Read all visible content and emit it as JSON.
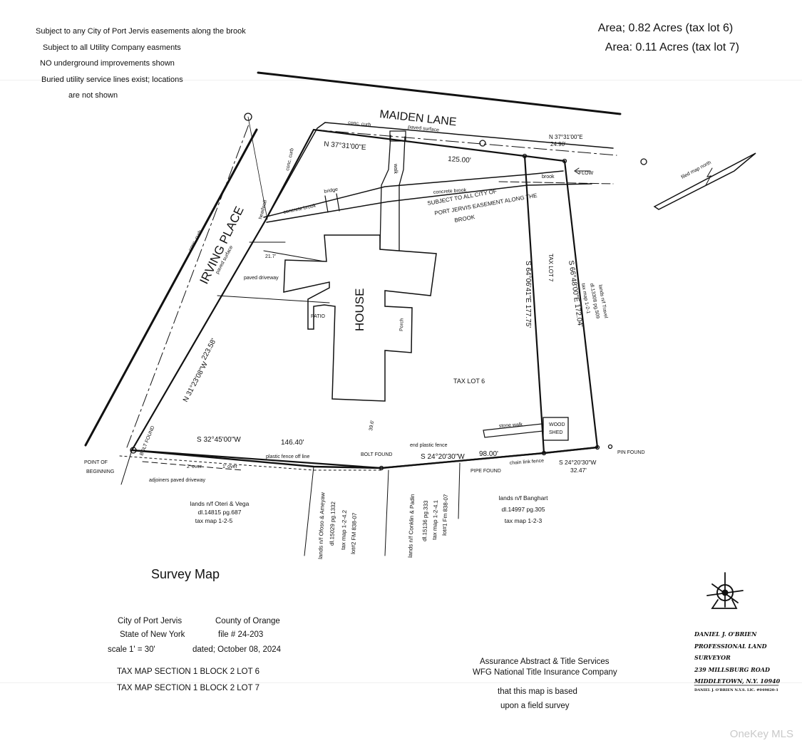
{
  "notes": [
    "Subject to any City of Port Jervis easements along the brook",
    "Subject to all Utility Company easments",
    "NO underground improvements shown",
    "Buried utility service lines exist; locations",
    "are not shown"
  ],
  "areas": [
    "Area; 0.82 Acres (tax lot 6)",
    "Area: 0.11 Acres (tax lot 7)"
  ],
  "streets": {
    "maiden_lane": "MAIDEN LANE",
    "irving_place": "IRVING PLACE"
  },
  "labels": {
    "conc_curb_1": "conc. curb",
    "paved_surface_1": "paved surface",
    "conc_curb_2": "conc. curb",
    "paved_surface_2": "paved surface",
    "conc_curb_3": "conc. curb",
    "bearing_n_1": "N 37°31'00\"E",
    "dist_125": "125.00'",
    "bearing_n_2": "N 37°31'00\"E",
    "dist_24": "24.90'",
    "walk": "walk",
    "brook": "brook",
    "flow": "FLOW",
    "bridge": "bridge",
    "concrete_brook_1": "concrete brook",
    "concrete_brook_2": "concrete brook",
    "headwall": "headwall",
    "easement_1": "SUBJECT TO ALL CITY OF",
    "easement_2": "PORT JERVIS EASEMENT ALONG THE",
    "easement_3": "BROOK",
    "dist_21": "21.7'",
    "paved_driveway": "paved driveway",
    "patio": "PATIO",
    "house": "HOUSE",
    "porch": "Porch",
    "tax_lot_6": "TAX LOT 6",
    "tax_lot_7": "TAX LOT 7",
    "bearing_s64": "S 64°06'41\"E  177.75'",
    "bearing_s66": "S 66°48'00\"E  172.04'",
    "travel_1": "lands n/f Travel",
    "travel_2": "dl.13308 pg.509",
    "travel_3": "tax map 1-2-1",
    "bearing_n31": "N 31°23'08\"W",
    "dist_223": "223.58'",
    "bolt_found_1": "BOLT FOUND",
    "bolt_found_2": "BOLT FOUND",
    "dist_39": "39.6'",
    "stone_walk": "stone walk",
    "wood_shed_1": "WOOD",
    "wood_shed_2": "SHED",
    "bearing_s32": "S 32°45'00\"W",
    "dist_146": "146.40'",
    "plastic_fence_end": "end plastic fence",
    "bearing_s24": "S 24°20'30\"W",
    "dist_98": "98.00'",
    "bearing_s24b": "S 24°20'30\"W",
    "dist_32": "32.47'",
    "pin_found": "PIN FOUND",
    "pipe_found": "PIPE FOUND",
    "chain_link": "chain link fence",
    "plastic_fence_off": "plastic fence off line",
    "pob_1": "POINT OF",
    "pob_2": "BEGINNING",
    "over_2": "2' over",
    "over_1": "1' over",
    "adj_driveway": "adjoiners paved driveway",
    "oteri_1": "lands n/f Oteri & Vega",
    "oteri_2": "dl.14815 pg.687",
    "oteri_3": "tax map 1-2-5",
    "ofoso_1": "lands n/f Ofoso & Ameyaw",
    "ofoso_2": "dl.15029 pg.1332",
    "ofoso_3": "tax map 1-2-4.2",
    "ofoso_4": "lot#2 FM 838-07",
    "conklin_1": "lands n/f Conklin & Padin",
    "conklin_2": "dl.15136 pg.333",
    "conklin_3": "tax map 1-2-4.1",
    "conklin_4": "lot#1 Fm 838-07",
    "banghart_1": "lands n/f Banghart",
    "banghart_2": "dl.14997 pg.305",
    "banghart_3": "tax map 1-2-3",
    "north": "filed map north"
  },
  "title": "Survey Map",
  "info": {
    "city": "City of Port Jervis",
    "county": "County of Orange",
    "state": "State of New York",
    "file": "file # 24-203",
    "scale": "scale 1' = 30'",
    "dated": "dated; October 08, 2024",
    "taxmap_1": "TAX MAP SECTION 1 BLOCK 2 LOT 6",
    "taxmap_2": "TAX MAP SECTION 1 BLOCK 2 LOT 7"
  },
  "certify": {
    "line1": "Assurance Abstract & Title Services",
    "line2": "WFG National Title Insurance Company",
    "line3": "that this map is based",
    "line4": "upon a field survey"
  },
  "surveyor": {
    "name": "DANIEL J. O'BRIEN",
    "title": "PROFESSIONAL LAND SURVEYOR",
    "address": "239 MILLSBURG ROAD",
    "city": "MIDDLETOWN, N.Y. 10940",
    "license": "DANIEL J. O'BRIEN N.Y.S. LIC. #049820-1"
  },
  "watermark": "OneKey MLS"
}
